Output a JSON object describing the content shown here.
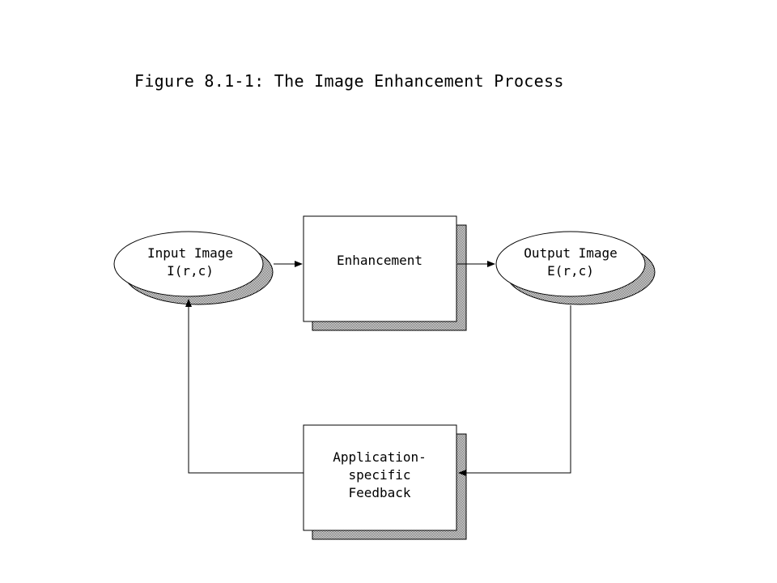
{
  "figure": {
    "title": "Figure 8.1-1: The Image Enhancement Process"
  },
  "nodes": {
    "input": {
      "line1": "Input Image",
      "line2": "I(r,c)"
    },
    "enhancement": {
      "line1": "Enhancement"
    },
    "output": {
      "line1": "Output Image",
      "line2": "E(r,c)"
    },
    "feedback": {
      "line1": "Application-",
      "line2": "specific",
      "line3": "Feedback"
    }
  },
  "colors": {
    "shadow": "#808080",
    "stroke": "#000000",
    "fill": "#ffffff"
  }
}
